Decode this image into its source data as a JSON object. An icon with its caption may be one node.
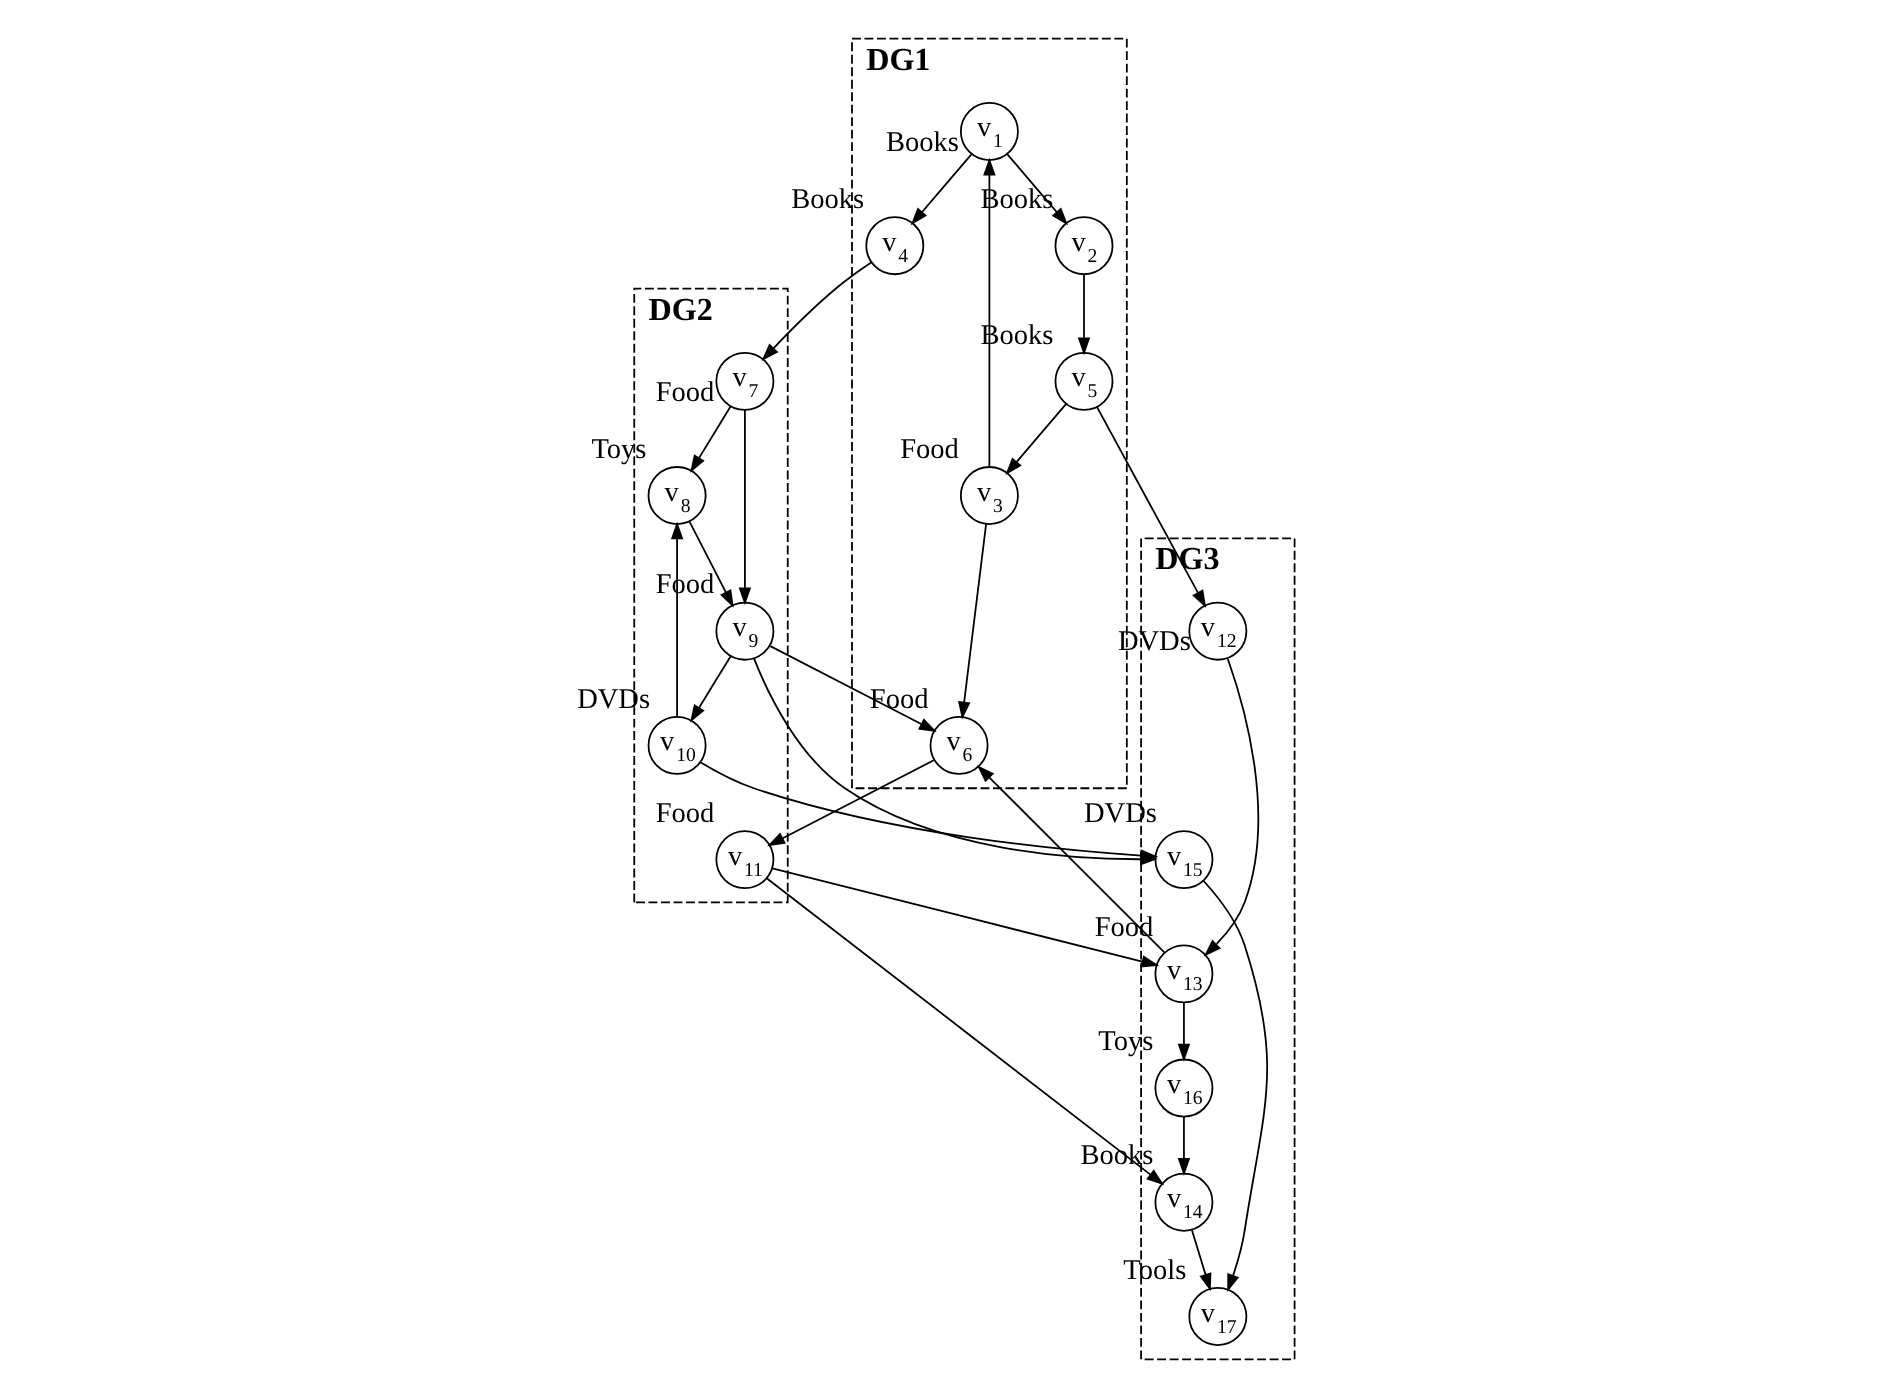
{
  "diagram": {
    "nodes": [
      {
        "text": [
          "DG1"
        ]
      },
      {
        "text": [
          "DG2"
        ]
      },
      {
        "text": [
          "DG3"
        ]
      },
      {
        "text": [
          "v$_{1}$"
        ],
        "beside": [
          "Books"
        ],
        "in": 0
      },
      {
        "text": [
          "v$_{2}$"
        ],
        "beside": [
          "Books"
        ],
        "in": 0
      },
      {
        "text": [
          "v$_{3}$"
        ],
        "beside": [
          "Food"
        ],
        "in": 0
      },
      {
        "text": [
          "v$_{4}$"
        ],
        "beside": [
          "Books"
        ],
        "in": 0
      },
      {
        "text": [
          "v$_{5}$"
        ],
        "beside": [
          "Books"
        ],
        "in": 0
      },
      {
        "text": [
          "v$_{6}$"
        ],
        "beside": [
          "Food"
        ],
        "in": 0
      },
      {
        "text": [
          "v$_{7}$"
        ],
        "beside": [
          "Food"
        ],
        "in": 1
      },
      {
        "text": [
          "v$_{8}$"
        ],
        "beside": [
          "Toys"
        ],
        "in": 1
      },
      {
        "text": [
          "v$_{9}$"
        ],
        "beside": [
          "Food"
        ],
        "in": 1
      },
      {
        "text": [
          "v$_{10}$"
        ],
        "beside": [
          "DVDs"
        ],
        "in": 1
      },
      {
        "text": [
          "v$_{11}$"
        ],
        "beside": [
          "Food"
        ],
        "in": 1
      },
      {
        "text": [
          "v$_{12}$"
        ],
        "beside": [
          "DVDs"
        ],
        "in": 2
      },
      {
        "text": [
          "v$_{13}$"
        ],
        "beside": [
          "Food"
        ],
        "in": 2
      },
      {
        "text": [
          "v$_{14}$"
        ],
        "beside": [
          "Books"
        ],
        "in": 2
      },
      {
        "text": [
          "v$_{15}$"
        ],
        "beside": [
          "DVDs"
        ],
        "in": 2
      },
      {
        "text": [
          "v$_{16}$"
        ],
        "beside": [
          "Toys"
        ],
        "in": 2
      },
      {
        "text": [
          "v$_{17}$"
        ],
        "beside": [
          "Tools"
        ],
        "in": 2
      }
    ],
    "edges": [
      {
        "from": 3,
        "to": 6,
        "arrow": "to"
      },
      {
        "from": 3,
        "to": 4,
        "arrow": "to"
      },
      {
        "from": 5,
        "to": 3,
        "arrow": "to"
      },
      {
        "from": 4,
        "to": 7,
        "arrow": "to"
      },
      {
        "from": 7,
        "to": 5,
        "arrow": "to"
      },
      {
        "from": 5,
        "to": 8,
        "arrow": "to"
      },
      {
        "from": 7,
        "to": 14,
        "arrow": "to"
      },
      {
        "from": 6,
        "to": 9,
        "arrow": "to"
      },
      {
        "from": 9,
        "to": 10,
        "arrow": "to"
      },
      {
        "from": 9,
        "to": 11,
        "arrow": "to"
      },
      {
        "from": 10,
        "to": 11,
        "arrow": "to"
      },
      {
        "from": 11,
        "to": 8,
        "arrow": "to"
      },
      {
        "from": 11,
        "to": 12,
        "arrow": "to"
      },
      {
        "from": 11,
        "to": 17,
        "arrow": "to"
      },
      {
        "from": 12,
        "to": 10,
        "arrow": "to"
      },
      {
        "from": 12,
        "to": 17,
        "arrow": "to"
      },
      {
        "from": 8,
        "to": 13,
        "arrow": "to"
      },
      {
        "from": 13,
        "to": 15,
        "arrow": "to"
      },
      {
        "from": 13,
        "to": 16,
        "arrow": "to"
      },
      {
        "from": 15,
        "to": 8,
        "arrow": "to"
      },
      {
        "from": 14,
        "to": 15,
        "arrow": "to"
      },
      {
        "from": 15,
        "to": 18,
        "arrow": "to"
      },
      {
        "from": 18,
        "to": 16,
        "arrow": "to"
      },
      {
        "from": 16,
        "to": 19,
        "arrow": "to"
      },
      {
        "from": 17,
        "to": 19,
        "arrow": "to"
      }
    ]
  }
}
